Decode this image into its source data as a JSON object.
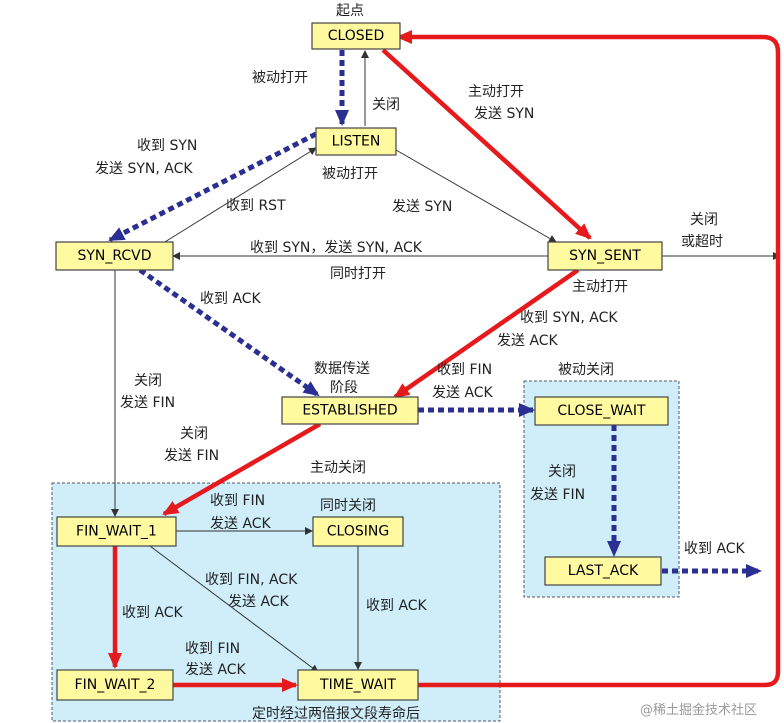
{
  "states": {
    "closed": "CLOSED",
    "listen": "LISTEN",
    "syn_rcvd": "SYN_RCVD",
    "syn_sent": "SYN_SENT",
    "established": "ESTABLISHED",
    "close_wait": "CLOSE_WAIT",
    "last_ack": "LAST_ACK",
    "fin_wait_1": "FIN_WAIT_1",
    "closing": "CLOSING",
    "fin_wait_2": "FIN_WAIT_2",
    "time_wait": "TIME_WAIT"
  },
  "regions": {
    "active_close": "主动关闭",
    "passive_close": "被动关闭"
  },
  "labels": {
    "start": "起点",
    "passive_open_1": "被动打开",
    "close_listen": "关闭",
    "active_open_send_syn_1": "主动打开",
    "active_open_send_syn_2": "发送 SYN",
    "recv_syn_1": "收到 SYN",
    "recv_syn_2": "发送 SYN, ACK",
    "passive_open_2": "被动打开",
    "recv_rst": "收到 RST",
    "send_syn": "发送 SYN",
    "close_timeout_1": "关闭",
    "close_timeout_2": "或超时",
    "simul_open_1": "收到 SYN，发送 SYN, ACK",
    "simul_open_2": "同时打开",
    "active_open_2": "主动打开",
    "recv_ack_1": "收到 ACK",
    "recv_syn_ack_1": "收到 SYN, ACK",
    "recv_syn_ack_2": "发送 ACK",
    "data_transfer_1": "数据传送",
    "data_transfer_2": "阶段",
    "recv_fin_1": "收到 FIN",
    "recv_fin_2": "发送 ACK",
    "close_send_fin_a1": "关闭",
    "close_send_fin_a2": "发送 FIN",
    "close_send_fin_b1": "关闭",
    "close_send_fin_b2": "发送 FIN",
    "close_send_fin_c1": "关闭",
    "close_send_fin_c2": "发送 FIN",
    "fw1_recv_fin_1": "收到 FIN",
    "fw1_recv_fin_2": "发送 ACK",
    "simul_close": "同时关闭",
    "recv_fin_ack_1": "收到 FIN, ACK",
    "recv_fin_ack_2": "发送 ACK",
    "recv_ack_2": "收到 ACK",
    "recv_ack_3": "收到 ACK",
    "fw2_recv_fin_1": "收到 FIN",
    "fw2_recv_fin_2": "发送 ACK",
    "recv_ack_4": "收到 ACK",
    "timed_wait": "定时经过两倍报文段寿命后"
  },
  "watermark": "@稀土掘金技术社区",
  "colors": {
    "state_fill": "#fffaa0",
    "region_fill": "#cfeefa",
    "client_path": "#e6191c",
    "server_path": "#2b2f91"
  }
}
